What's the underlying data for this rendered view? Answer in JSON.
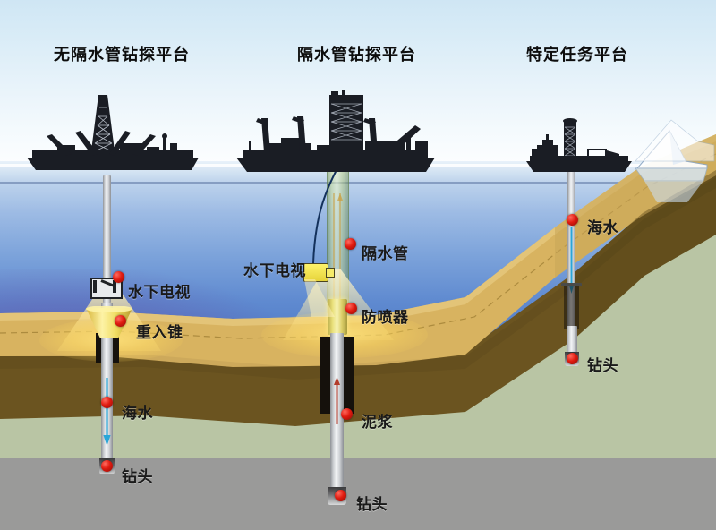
{
  "diagram": {
    "titles": [
      {
        "id": "riserless",
        "label": "无隔水管钻探平台"
      },
      {
        "id": "riser",
        "label": "隔水管钻探平台"
      },
      {
        "id": "mission",
        "label": "特定任务平台"
      }
    ],
    "columns": [
      {
        "id": "riserless",
        "title": "无隔水管钻探平台",
        "labels": [
          {
            "id": "underwater-tv",
            "label": "水下电视"
          },
          {
            "id": "reentry-cone",
            "label": "重入锥"
          },
          {
            "id": "seawater",
            "label": "海水"
          },
          {
            "id": "drill-bit",
            "label": "钻头"
          }
        ]
      },
      {
        "id": "riser",
        "title": "隔水管钻探平台",
        "labels": [
          {
            "id": "riser-pipe",
            "label": "隔水管"
          },
          {
            "id": "underwater-tv",
            "label": "水下电视"
          },
          {
            "id": "bop",
            "label": "防喷器"
          },
          {
            "id": "mud",
            "label": "泥浆"
          },
          {
            "id": "drill-bit",
            "label": "钻头"
          }
        ]
      },
      {
        "id": "mission",
        "title": "特定任务平台",
        "labels": [
          {
            "id": "seawater",
            "label": "海水"
          },
          {
            "id": "drill-bit",
            "label": "钻头"
          }
        ]
      }
    ],
    "strata": [
      {
        "id": "sand",
        "name": "sand-layer",
        "color": "#d8b360"
      },
      {
        "id": "clay",
        "name": "dark-brown-layer",
        "color": "#6b5420"
      },
      {
        "id": "green",
        "name": "olive-green-layer",
        "color": "#b9c5a4"
      },
      {
        "id": "basement",
        "name": "gray-basement-layer",
        "color": "#9a9a99"
      }
    ],
    "colors": {
      "sky_top": "#cfe6f4",
      "sea_shallow": "#bcd2ec",
      "sea_deep": "#4a3c7e",
      "marker": "#e01b10",
      "cone_light": "#ffda60",
      "ship": "#1a1d24"
    }
  }
}
